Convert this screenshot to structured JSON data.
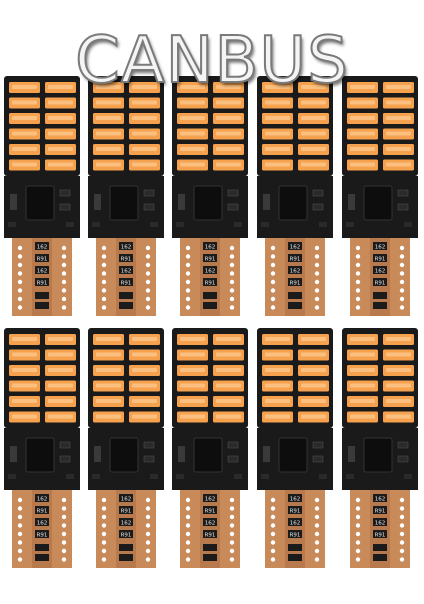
{
  "title": "CANBUS",
  "grid": {
    "rows": 2,
    "cols": 5
  },
  "bulb": {
    "led_columns": 2,
    "leds_per_column": 6,
    "resistor_labels": [
      "162",
      "R91",
      "162",
      "R91"
    ],
    "colors": {
      "led": "#f6a14e",
      "led_highlight": "#ffd9a8",
      "board": "#1a1a1a",
      "pad": "#c98a5a",
      "copper": "#b87a4d",
      "hole": "#ffffff",
      "chip": "#0d0d0d"
    }
  }
}
